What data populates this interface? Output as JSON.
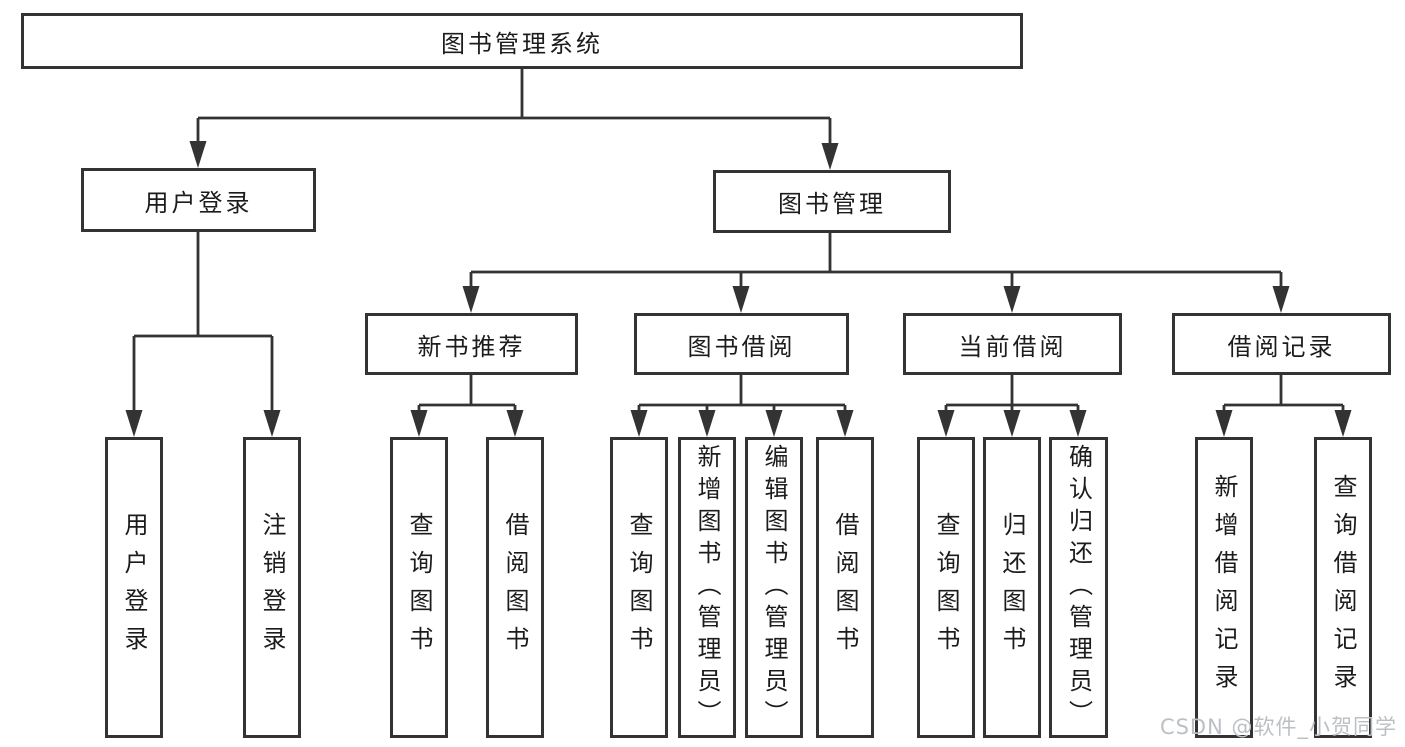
{
  "nodes": {
    "root": {
      "label": "图书管理系统"
    },
    "level2": [
      {
        "label": "用户登录"
      },
      {
        "label": "图书管理"
      }
    ],
    "level3": [
      {
        "label": "新书推荐",
        "parent": "图书管理"
      },
      {
        "label": "图书借阅",
        "parent": "图书管理"
      },
      {
        "label": "当前借阅",
        "parent": "图书管理"
      },
      {
        "label": "借阅记录",
        "parent": "图书管理"
      }
    ],
    "leaves": [
      {
        "label": "用户登录",
        "parent": "用户登录"
      },
      {
        "label": "注销登录",
        "parent": "用户登录"
      },
      {
        "label": "查询图书",
        "parent": "新书推荐"
      },
      {
        "label": "借阅图书",
        "parent": "新书推荐"
      },
      {
        "label": "查询图书",
        "parent": "图书借阅"
      },
      {
        "label": "新增图书（管理员）",
        "parent": "图书借阅"
      },
      {
        "label": "编辑图书（管理员）",
        "parent": "图书借阅"
      },
      {
        "label": "借阅图书",
        "parent": "图书借阅"
      },
      {
        "label": "查询图书",
        "parent": "当前借阅"
      },
      {
        "label": "归还图书",
        "parent": "当前借阅"
      },
      {
        "label": "确认归还（管理员）",
        "parent": "当前借阅"
      },
      {
        "label": "新增借阅记录",
        "parent": "借阅记录"
      },
      {
        "label": "查询借阅记录",
        "parent": "借阅记录"
      }
    ]
  },
  "hierarchy": {
    "图书管理系统": {
      "用户登录": [
        "用户登录",
        "注销登录"
      ],
      "图书管理": {
        "新书推荐": [
          "查询图书",
          "借阅图书"
        ],
        "图书借阅": [
          "查询图书",
          "新增图书（管理员）",
          "编辑图书（管理员）",
          "借阅图书"
        ],
        "当前借阅": [
          "查询图书",
          "归还图书",
          "确认归还（管理员）"
        ],
        "借阅记录": [
          "新增借阅记录",
          "查询借阅记录"
        ]
      }
    }
  },
  "watermark": {
    "text": "CSDN @软件_小贺同学",
    "color": "#bcc0c5"
  },
  "colors": {
    "line": "#333333",
    "border": "#333333",
    "text": "#1c1c1c",
    "background": "#ffffff"
  }
}
